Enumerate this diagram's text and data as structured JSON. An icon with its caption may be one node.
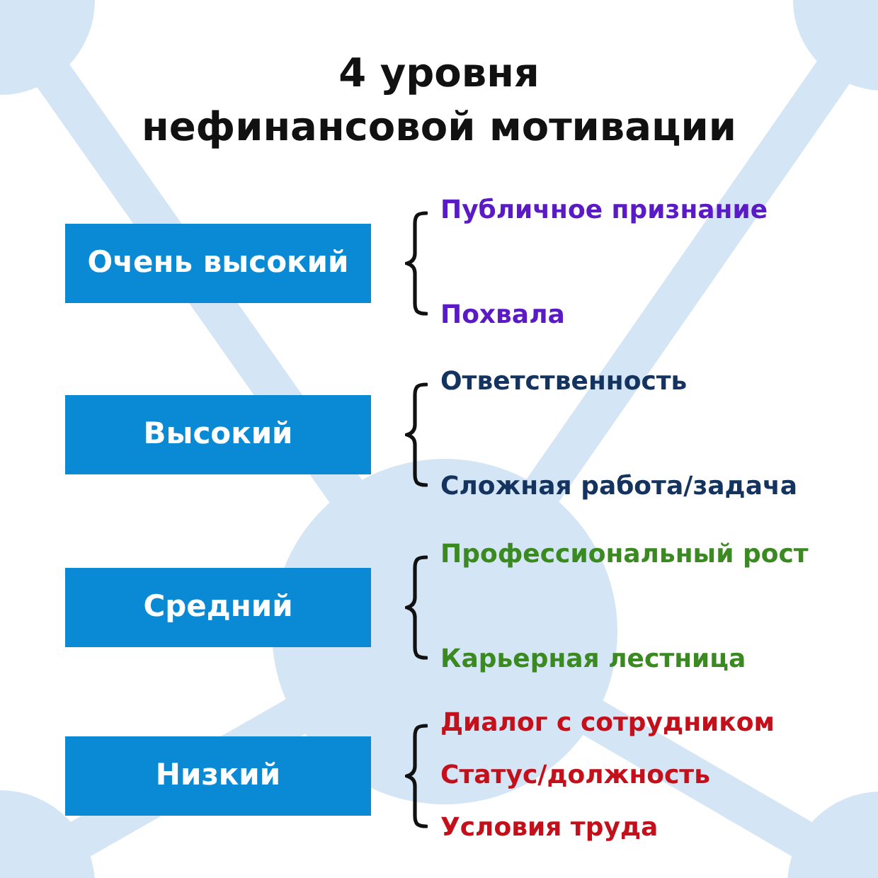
{
  "diagram": {
    "title": "4 уровня нефинансовой мотивации",
    "nodes": [
      {
        "text": [
          "Очень высокий"
        ],
        "beside": [
          "Публичное признание",
          "Похвала"
        ]
      },
      {
        "text": [
          "Высокий"
        ],
        "beside": [
          "Ответственность",
          "Сложная работа/задача"
        ]
      },
      {
        "text": [
          "Средний"
        ],
        "beside": [
          "Профессиональный рост",
          "Карьерная лестница"
        ]
      },
      {
        "text": [
          "Низкий"
        ],
        "beside": [
          "Диалог с сотрудником",
          "Статус/должность",
          "Условия труда"
        ]
      }
    ]
  }
}
